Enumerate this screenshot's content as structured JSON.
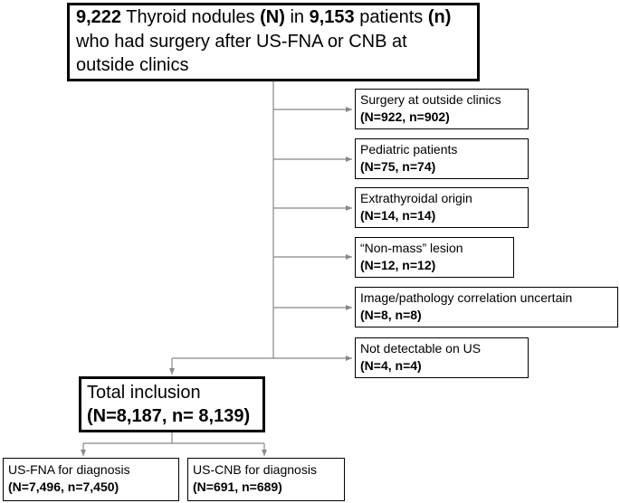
{
  "top_box": {
    "count_nodules": "9,222",
    "nodules_label": "Thyroid nodules",
    "n_upper": "(N)",
    "in_word": "in",
    "count_patients": "9,153",
    "patients_label": "patients",
    "n_lower": "(n)",
    "line2": "who had surgery after US-FNA or CNB at",
    "line3": "outside clinics"
  },
  "exclusions": [
    {
      "label": "Surgery at outside clinics",
      "counts": "(N=922, n=902)"
    },
    {
      "label": "Pediatric patients",
      "counts": "(N=75, n=74)"
    },
    {
      "label": "Extrathyroidal origin",
      "counts": "(N=14, n=14)"
    },
    {
      "label": "“Non-mass” lesion",
      "counts": "(N=12, n=12)"
    },
    {
      "label": "Image/pathology correlation uncertain",
      "counts": "(N=8, n=8)"
    },
    {
      "label": "Not detectable on US",
      "counts": "(N=4, n=4)"
    }
  ],
  "total": {
    "label": "Total inclusion",
    "counts": "(N=8,187, n= 8,139)"
  },
  "groups": [
    {
      "label": "US-FNA for diagnosis",
      "counts": "(N=7,496, n=7,450)"
    },
    {
      "label": "US-CNB for diagnosis",
      "counts": "(N=691, n=689)"
    }
  ],
  "colors": {
    "line": "#888888",
    "border": "#000000"
  }
}
